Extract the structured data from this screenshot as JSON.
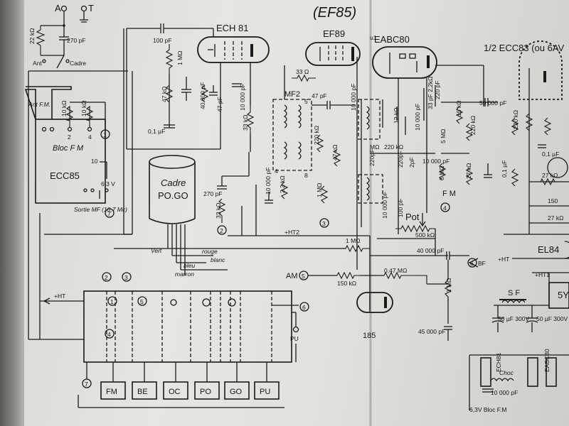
{
  "heading_note": "(EF85)",
  "terminals": {
    "a": "A",
    "t": "T"
  },
  "tubes": {
    "ech81": "ECH 81",
    "ef89": "EF89",
    "eabc80": "EABC80",
    "ecc83": "1/2 ECC83 (ou 6AV",
    "el84": "EL84",
    "ef85_short": "185",
    "five_y": "5Y"
  },
  "labels": {
    "ant": "Ant",
    "cadre_switch": "Cadre",
    "ant_fm": "Ant F.M.",
    "bloc_fm": "Bloc F M",
    "ecc85": "ECC85",
    "v63": "6,3 V",
    "sortie_mf": "Sortie MF (10,7 Mc)",
    "cadre_title": "Cadre",
    "cadre_model": "PO.GO",
    "mf2": "MF2",
    "pot": "Pot",
    "pot_val": "500 kΩ",
    "am": "AM",
    "fm": "F M",
    "bf": "BF",
    "ht": "+HT",
    "ht2": "+HT2",
    "ht1": "+HT1",
    "sf": "S F",
    "pu": "PU",
    "choc": "Choc",
    "ht_left": "+HT",
    "bloc_fm_bottom": "6,3V Bloc F.M",
    "vert": "Vert",
    "rouge": "rouge",
    "blanc": "blanc",
    "bleu": "bleu",
    "marron": "marron",
    "u1": "u1"
  },
  "values": {
    "c270": "270 pF",
    "r22k": "22 kΩ",
    "c100": "100 pF",
    "r1m": "1 MΩ",
    "r47k": "47 kΩ",
    "c40000": "40 000 pF",
    "c47": "47 pF",
    "r33": "33 Ω",
    "c10000": "10 000 pF",
    "r33k": "33 kΩ",
    "c01": "0,1 µF",
    "c270b": "270 pF",
    "r33kb": "33 kΩ",
    "c47b": "47 pF",
    "r220k": "220 kΩ",
    "r47kb": "47 kΩ",
    "c100b": "100 pF",
    "r1mb": "1 MΩ",
    "r22kb": "2,2 kΩ",
    "c10000b": "10 000 pF",
    "c50000": "50 000 pF",
    "c40000b": "40 000 pF",
    "r1mc": "1 MΩ",
    "r150k": "150 kΩ",
    "r047m": "0,47 MΩ",
    "r1md": "1 MΩ",
    "c45000": "45 000 pF",
    "c10000c": "10 000 pF",
    "r27k": "27 kΩ",
    "r150": "150",
    "r10k": "10 kΩ",
    "c50uf": "50 µF 300V",
    "c50ufb": "50 µF 300V",
    "c10000d": "10 000 pF",
    "r220kb": "220 kΩ",
    "c01b": "0,1 µF"
  },
  "markers": [
    "1",
    "2",
    "3",
    "4",
    "5",
    "6",
    "7"
  ],
  "switch_keys": [
    "FM",
    "BE",
    "OC",
    "PO",
    "GO",
    "PU"
  ]
}
